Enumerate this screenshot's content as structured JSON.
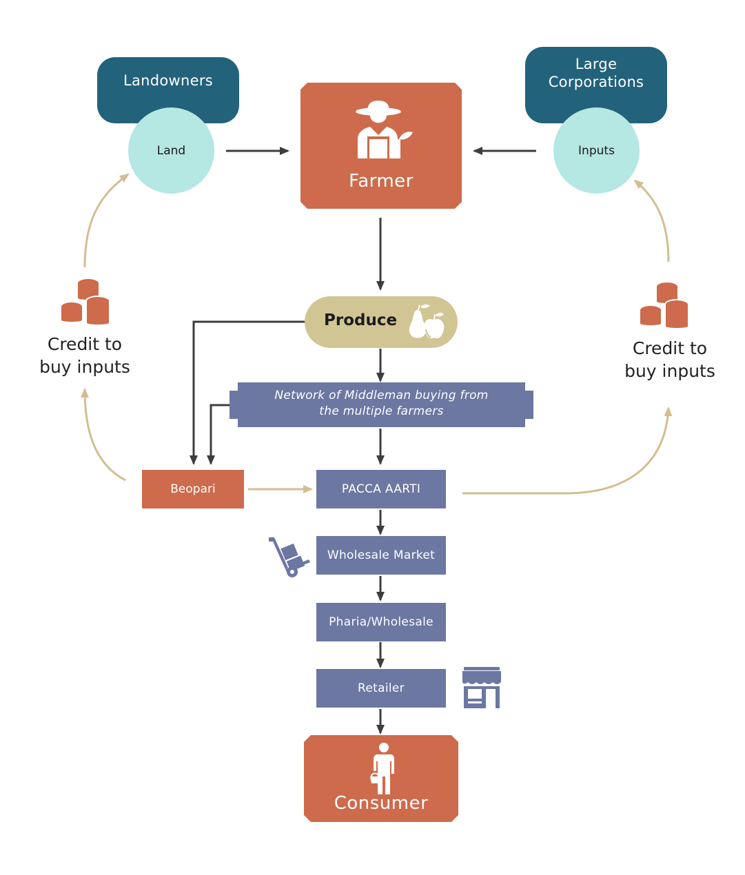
{
  "nodes": {
    "landowners": "Landowners",
    "land": "Land",
    "large_corporations_line1": "Large",
    "large_corporations_line2": "Corporations",
    "inputs": "Inputs",
    "farmer": "Farmer",
    "produce": "Produce",
    "network_line1": "Network of Middleman buying from",
    "network_line2": "the multiple farmers",
    "beopari": "Beopari",
    "pacca_aarti": "PACCA AARTI",
    "wholesale_market": "Wholesale Market",
    "pharia_wholesale": "Pharia/Wholesale",
    "retailer": "Retailer",
    "consumer": "Consumer"
  },
  "credit_left": {
    "line1": "Credit to",
    "line2": "buy inputs"
  },
  "credit_right": {
    "line1": "Credit to",
    "line2": "buy inputs"
  },
  "icons": [
    "farmer-icon",
    "fruit-icon",
    "coins-icon",
    "hand-truck-icon",
    "shop-icon",
    "shopper-icon"
  ],
  "colors": {
    "teal_dark": "#23627b",
    "teal_light": "#b5e7e3",
    "orange": "#cd6b4c",
    "slate_blue": "#6c77a2",
    "sand": "#d1c594",
    "arrow_dark": "#3d3d3d",
    "arrow_tan": "#d3bd92"
  }
}
